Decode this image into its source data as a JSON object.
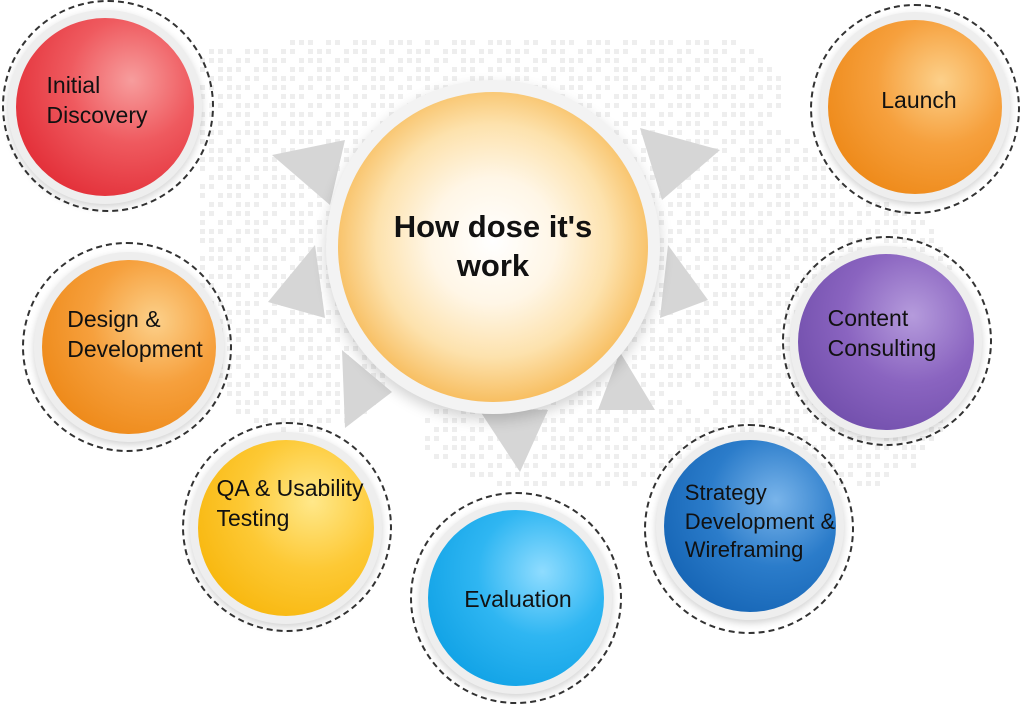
{
  "center": {
    "title": "How dose it's work"
  },
  "steps": [
    {
      "id": "initial-discovery",
      "lines": [
        "Initial",
        "Discovery"
      ],
      "color": "#e4333c"
    },
    {
      "id": "design-development",
      "lines": [
        "Design &",
        "Development"
      ],
      "color": "#ee8a1a"
    },
    {
      "id": "qa-usability-testing",
      "lines": [
        "QA & Usability",
        "Testing"
      ],
      "color": "#f8b810"
    },
    {
      "id": "evaluation",
      "lines": [
        "Evaluation"
      ],
      "color": "#12a3e6"
    },
    {
      "id": "strategy-development-wireframing",
      "lines": [
        "Strategy",
        "Development &",
        "Wireframing"
      ],
      "color": "#1766b6"
    },
    {
      "id": "content-consulting",
      "lines": [
        "Content",
        "Consulting"
      ],
      "color": "#7350ad"
    },
    {
      "id": "launch",
      "lines": [
        "Launch"
      ],
      "color": "#ee8a1a"
    }
  ]
}
